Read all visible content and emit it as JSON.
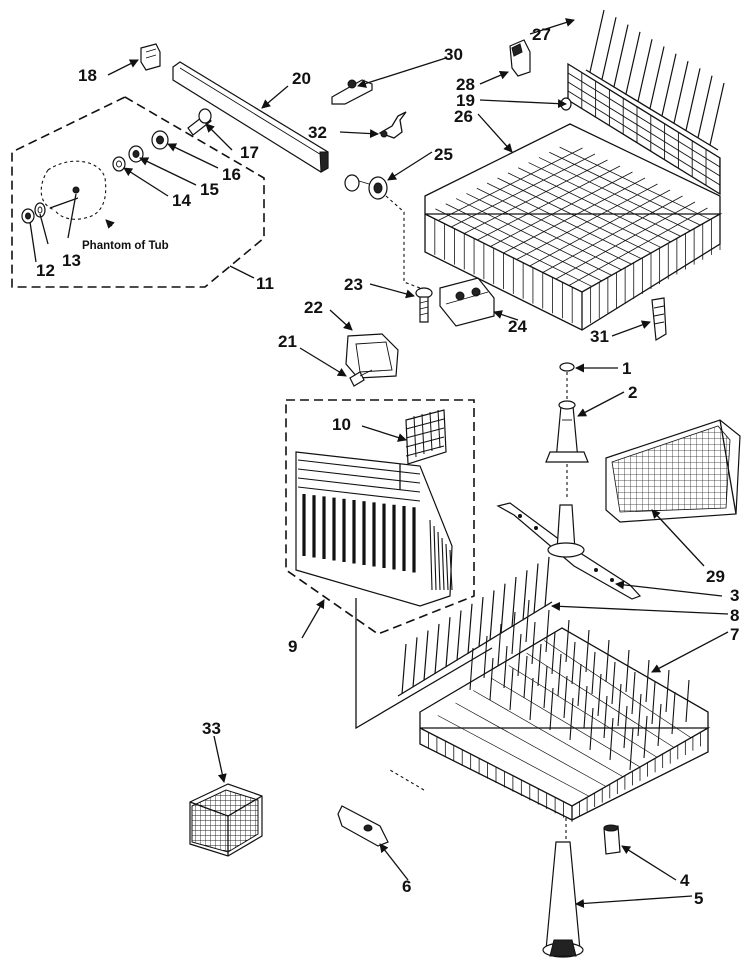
{
  "diagram": {
    "caption": "Phantom of Tub",
    "callouts": [
      "1",
      "2",
      "3",
      "4",
      "5",
      "6",
      "7",
      "8",
      "9",
      "10",
      "11",
      "12",
      "13",
      "14",
      "15",
      "16",
      "17",
      "18",
      "19",
      "20",
      "21",
      "22",
      "23",
      "24",
      "25",
      "26",
      "27",
      "28",
      "29",
      "30",
      "31",
      "32",
      "33"
    ]
  }
}
